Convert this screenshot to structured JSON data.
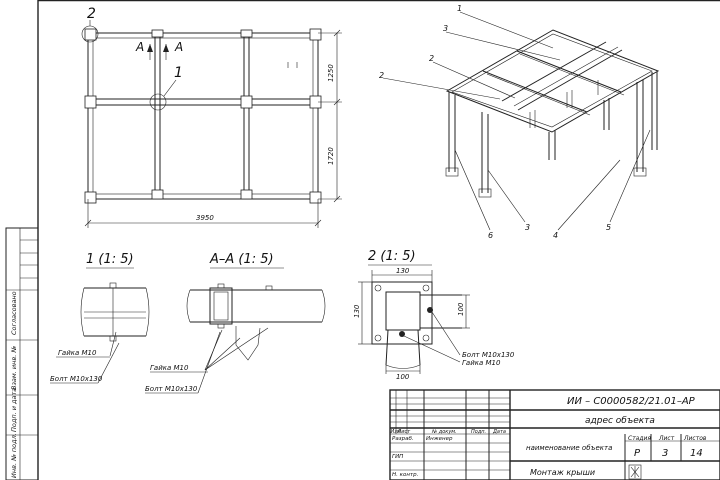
{
  "plan": {
    "dim_width": "3950",
    "dim_top": "1250",
    "dim_bottom": "1720",
    "callout_1": "1",
    "callout_2": "2",
    "section_letter_left": "A",
    "section_letter_right": "A"
  },
  "iso": {
    "callouts": [
      "1",
      "3",
      "2",
      "2",
      "6",
      "3",
      "4",
      "5"
    ]
  },
  "details": {
    "detail1_title": "1 (1: 5)",
    "detail1_nut": "Гайка М10",
    "detail1_bolt": "Болт М10х130",
    "sectionAA_title": "А–А (1: 5)",
    "sectionAA_nut": "Гайка М10",
    "sectionAA_bolt": "Болт М10х130",
    "detail2_title": "2 (1: 5)",
    "detail2_dim_top": "130",
    "detail2_dim_left": "130",
    "detail2_dim_right": "100",
    "detail2_dim_bottom": "100",
    "detail2_bolt": "Болт М10х130",
    "detail2_nut": "Гайка М10"
  },
  "side_stamp": {
    "fields": [
      "Согласовано",
      "Взам. инв. №",
      "Подп. и дата",
      "Инв. № подл."
    ]
  },
  "title_block": {
    "doc_code": "ИИ – С0000582/21.01–АР",
    "address": "адрес объекта",
    "col_headers": [
      "Изм",
      "Лист",
      "№ докум.",
      "Подп.",
      "Дата"
    ],
    "row_developed": "Разраб.",
    "row_developed_name": "Инженер",
    "row_gip": "ГИП",
    "row_norm": "Н. контр.",
    "object_name": "наименование объекта",
    "sheet_name": "Монтаж крыши",
    "stage_label": "Стадия",
    "sheet_label": "Лист",
    "sheets_label": "Листов",
    "stage_value": "Р",
    "sheet_value": "3",
    "sheets_value": "14"
  }
}
